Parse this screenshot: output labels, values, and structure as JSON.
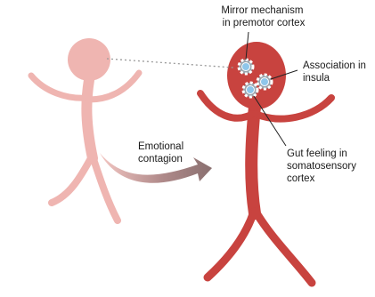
{
  "labels": {
    "mirror_line1": "Mirror mechanism",
    "mirror_line2": "in premotor cortex",
    "assoc_line1": "Association in",
    "assoc_line2": "insula",
    "gut_line1": "Gut feeling in",
    "gut_line2": "somatosensory",
    "gut_line3": "cortex",
    "contagion_line1": "Emotional",
    "contagion_line2": "contagion"
  },
  "colors": {
    "observer_figure": "#c8433f",
    "observed_figure": "#efb5b1",
    "gear_fill": "#9aa3ab",
    "gear_highlight": "#8ec6ea",
    "gaze_line": "#999999"
  },
  "icons": [
    "gear-icon",
    "arrow-icon"
  ]
}
